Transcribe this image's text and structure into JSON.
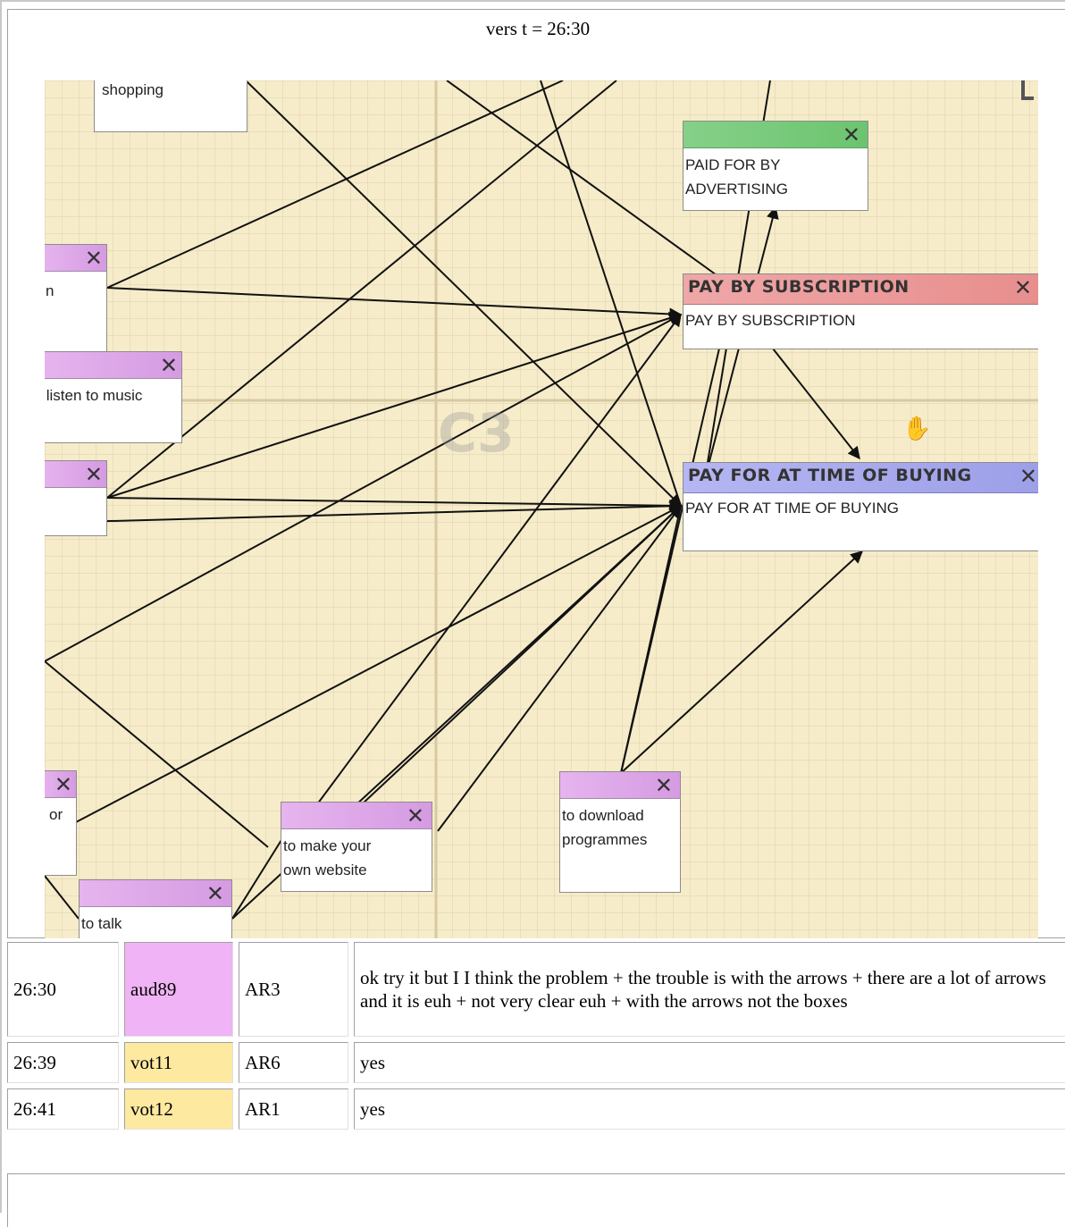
{
  "caption": "vers t = 26:30",
  "map": {
    "watermark": "C3",
    "close_glyph": "✕",
    "nodes": {
      "shopping": {
        "body": "shopping"
      },
      "paid_advertising": {
        "body": "PAID FOR BY\nADVERTISING",
        "color": "#7cc97f"
      },
      "subscription": {
        "title": "PAY BY SUBSCRIPTION",
        "body": "PAY BY SUBSCRIPTION",
        "color": "#eb9a9a"
      },
      "time_of_buying": {
        "title": "PAY FOR AT TIME OF BUYING",
        "body": "PAY FOR AT TIME OF BUYING",
        "color": "#a8aaee"
      },
      "left_n": {
        "body": "n"
      },
      "listen_music": {
        "body": " listen to music"
      },
      "left_empty": {
        "body": ""
      },
      "left_or": {
        "body": "or"
      },
      "download": {
        "body": "to download\nprogrammes"
      },
      "make_website": {
        "body": "to make your\nown website"
      },
      "talk": {
        "body": "to talk"
      }
    },
    "icons": {
      "hand": "hand-cursor-icon",
      "close": "close-icon"
    }
  },
  "transcript": [
    {
      "time": "26:30",
      "user": "aud89",
      "code": "AR3",
      "text": "ok try it but I I think the problem + the trouble is with the arrows + there are a lot of arrows and it is euh + not very clear euh + with the arrows not the boxes",
      "user_color": "#f0b3f5"
    },
    {
      "time": "26:39",
      "user": "vot11",
      "code": "AR6",
      "text": "yes",
      "user_color": "#fee9a1"
    },
    {
      "time": "26:41",
      "user": "vot12",
      "code": "AR1",
      "text": "yes",
      "user_color": "#fee9a1"
    }
  ]
}
